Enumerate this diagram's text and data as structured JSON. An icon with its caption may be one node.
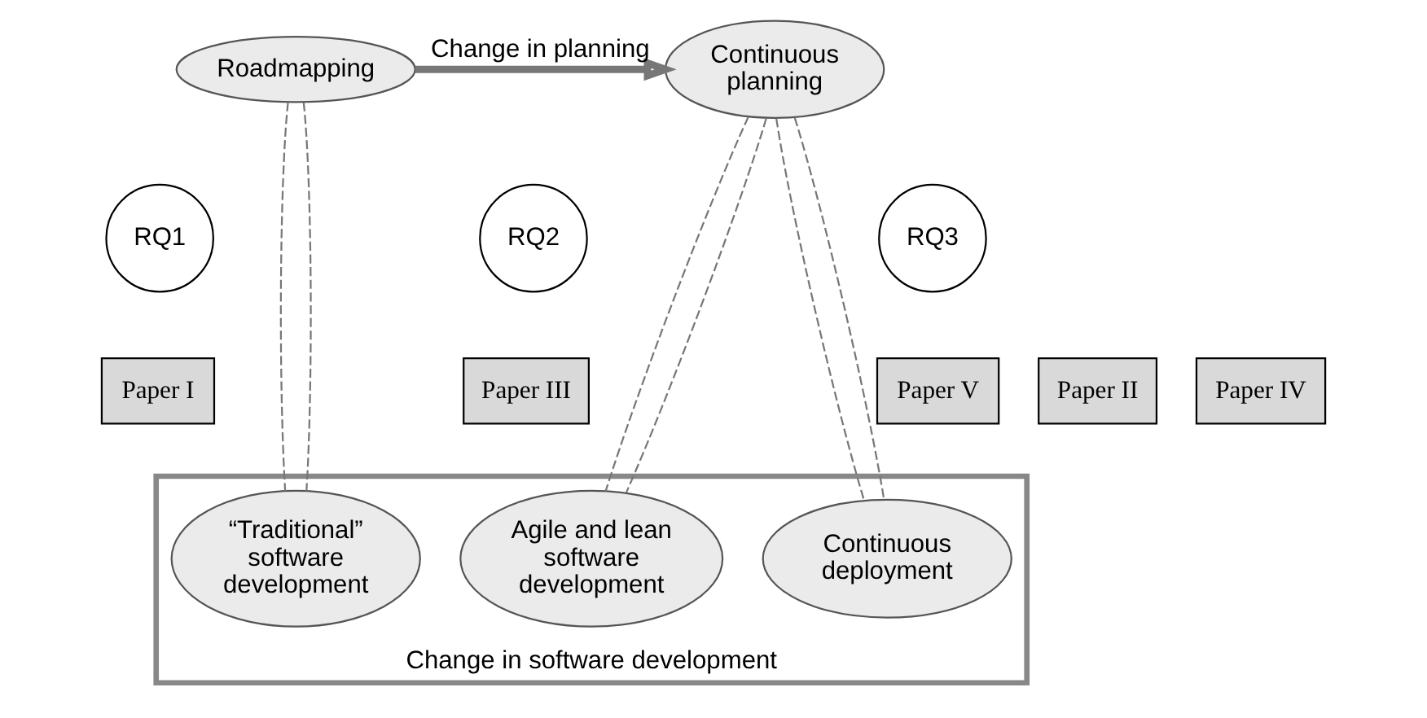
{
  "diagram": {
    "nodes": [
      {
        "text": [
          "Roadmapping"
        ]
      },
      {
        "text": [
          "Continuous planning"
        ]
      },
      {
        "text": [
          "RQ1"
        ]
      },
      {
        "text": [
          "RQ2"
        ]
      },
      {
        "text": [
          "RQ3"
        ]
      },
      {
        "text": [
          "Paper I"
        ]
      },
      {
        "text": [
          "Paper II"
        ]
      },
      {
        "text": [
          "Paper III"
        ]
      },
      {
        "text": [
          "Paper IV"
        ]
      },
      {
        "text": [
          "Paper V"
        ]
      },
      {
        "text": [
          "Change in software development"
        ]
      },
      {
        "text": [
          "“Traditional” software development"
        ],
        "in": 10
      },
      {
        "text": [
          "Agile and lean software development"
        ],
        "in": 10
      },
      {
        "text": [
          "Continuous deployment"
        ],
        "in": 10
      }
    ],
    "edges": [
      {
        "from": 0,
        "to": 1,
        "arrow": "to",
        "label": "Change in planning",
        "style": "thick"
      },
      {
        "from": 0,
        "to": 11,
        "arrow": "none",
        "style": "dashed"
      },
      {
        "from": 0,
        "to": 11,
        "arrow": "none",
        "style": "dashed"
      },
      {
        "from": 1,
        "to": 12,
        "arrow": "none",
        "style": "dashed"
      },
      {
        "from": 1,
        "to": 12,
        "arrow": "none",
        "style": "dashed"
      },
      {
        "from": 1,
        "to": 13,
        "arrow": "none",
        "style": "dashed"
      },
      {
        "from": 1,
        "to": 13,
        "arrow": "none",
        "style": "dashed"
      }
    ]
  }
}
